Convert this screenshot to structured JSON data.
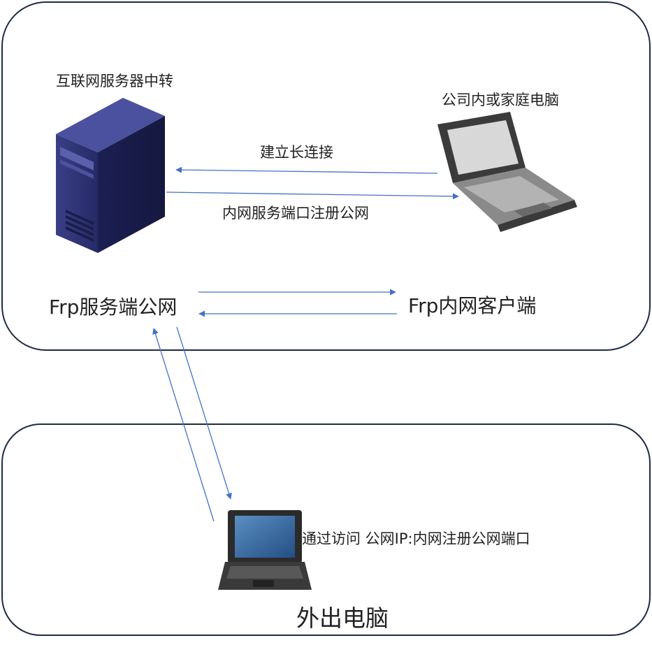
{
  "labels": {
    "server_caption": "互联网服务器中转",
    "office_pc_caption": "公司内或家庭电脑",
    "long_connection": "建立长连接",
    "register_port": "内网服务端口注册公网",
    "frp_server": "Frp服务端公网",
    "frp_client": "Frp内网客户端",
    "access_hint": "通过访问 公网IP:内网注册公网端口",
    "external_pc": "外出电脑"
  },
  "icons": {
    "server": "tower-server-icon",
    "office_laptop": "laptop-icon",
    "external_laptop": "laptop-icon"
  },
  "colors": {
    "border": "#1f2a44",
    "arrow": "#4472c4",
    "server": "#2b3070"
  }
}
